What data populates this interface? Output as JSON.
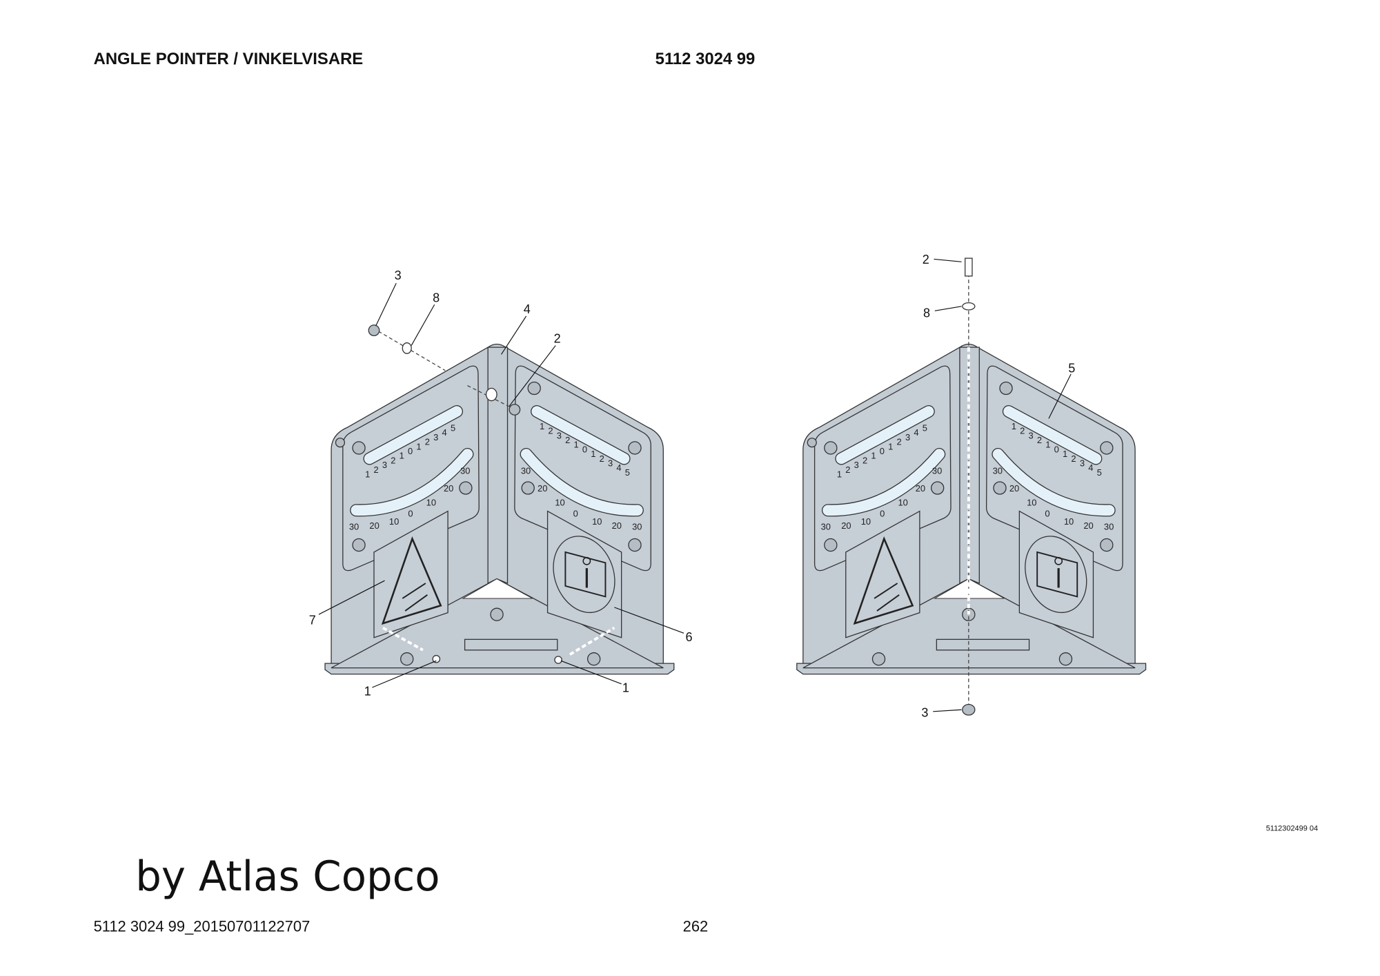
{
  "header": {
    "title": "ANGLE POINTER / VINKELVISARE",
    "part_number": "5112 3024 99"
  },
  "drawing": {
    "reference": "5112302499 04",
    "scales": {
      "linear": [
        "1",
        "2",
        "3",
        "2",
        "1",
        "0",
        "1",
        "2",
        "3",
        "4",
        "5"
      ],
      "arc": [
        "30",
        "20",
        "10",
        "0",
        "10",
        "20",
        "30"
      ]
    },
    "left_view_callouts": {
      "c3": "3",
      "c8": "8",
      "c4": "4",
      "c2": "2",
      "c7": "7",
      "c6": "6",
      "c1a": "1",
      "c1b": "1"
    },
    "right_view_callouts": {
      "c2": "2",
      "c8": "8",
      "c5": "5",
      "c3": "3"
    }
  },
  "watermark": "by Atlas Copco",
  "footer": {
    "document_id": "5112 3024 99_20150701122707",
    "page_number": "262"
  }
}
